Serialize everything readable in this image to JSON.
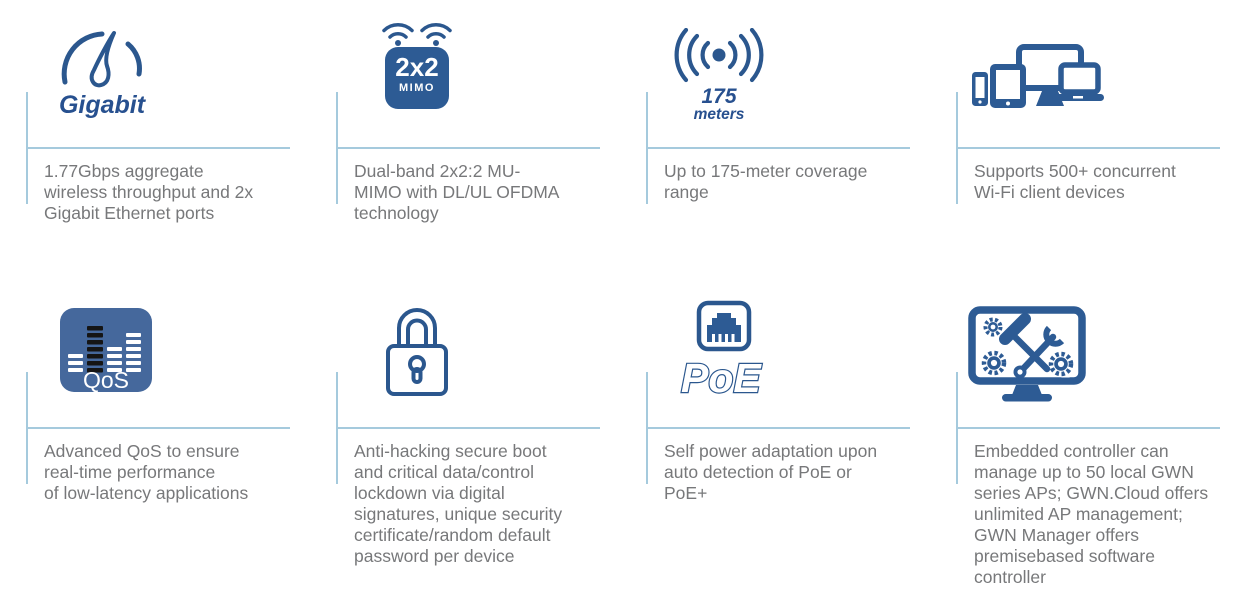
{
  "colors": {
    "icon_stroke_blue": "#2b578e",
    "icon_fill_blue": "#2d5b94",
    "qos_box_blue": "#45689c",
    "label_blue": "#27508f",
    "divider_blue": "#a5cadd",
    "body_text_gray": "#77787a"
  },
  "features": [
    {
      "name": "gigabit-throughput",
      "icon": "speedometer-icon",
      "icon_label": "Gigabit",
      "description": "1.77Gbps aggregate\nwireless throughput and 2x\nGigabit Ethernet ports"
    },
    {
      "name": "mu-mimo",
      "icon": "wifi-2x2-mimo-icon",
      "icon_label": "2x2",
      "icon_sublabel": "MIMO",
      "description": "Dual-band 2x2:2 MU-\nMIMO with DL/UL OFDMA\ntechnology"
    },
    {
      "name": "coverage-range",
      "icon": "signal-range-icon",
      "icon_label": "175",
      "icon_sublabel": "meters",
      "description": "Up to 175-meter coverage\nrange"
    },
    {
      "name": "client-capacity",
      "icon": "client-devices-icon",
      "description": "Supports 500+ concurrent\nWi-Fi client devices"
    },
    {
      "name": "advanced-qos",
      "icon": "qos-equalizer-icon",
      "icon_label": "QoS",
      "description": "Advanced QoS to ensure\nreal-time performance\nof low-latency applications"
    },
    {
      "name": "security",
      "icon": "padlock-icon",
      "description": "Anti-hacking secure boot\nand critical data/control\nlockdown via digital\nsignatures, unique security\ncertificate/random default\npassword per device"
    },
    {
      "name": "poe-power",
      "icon": "ethernet-poe-icon",
      "icon_label": "PoE",
      "description": "Self power adaptation upon\nauto detection of PoE or\nPoE+"
    },
    {
      "name": "embedded-controller",
      "icon": "management-tools-icon",
      "description": "Embedded controller can\nmanage up to 50 local GWN\nseries APs; GWN.Cloud offers\nunlimited AP management;\nGWN Manager offers\npremisebased software\ncontroller"
    }
  ]
}
